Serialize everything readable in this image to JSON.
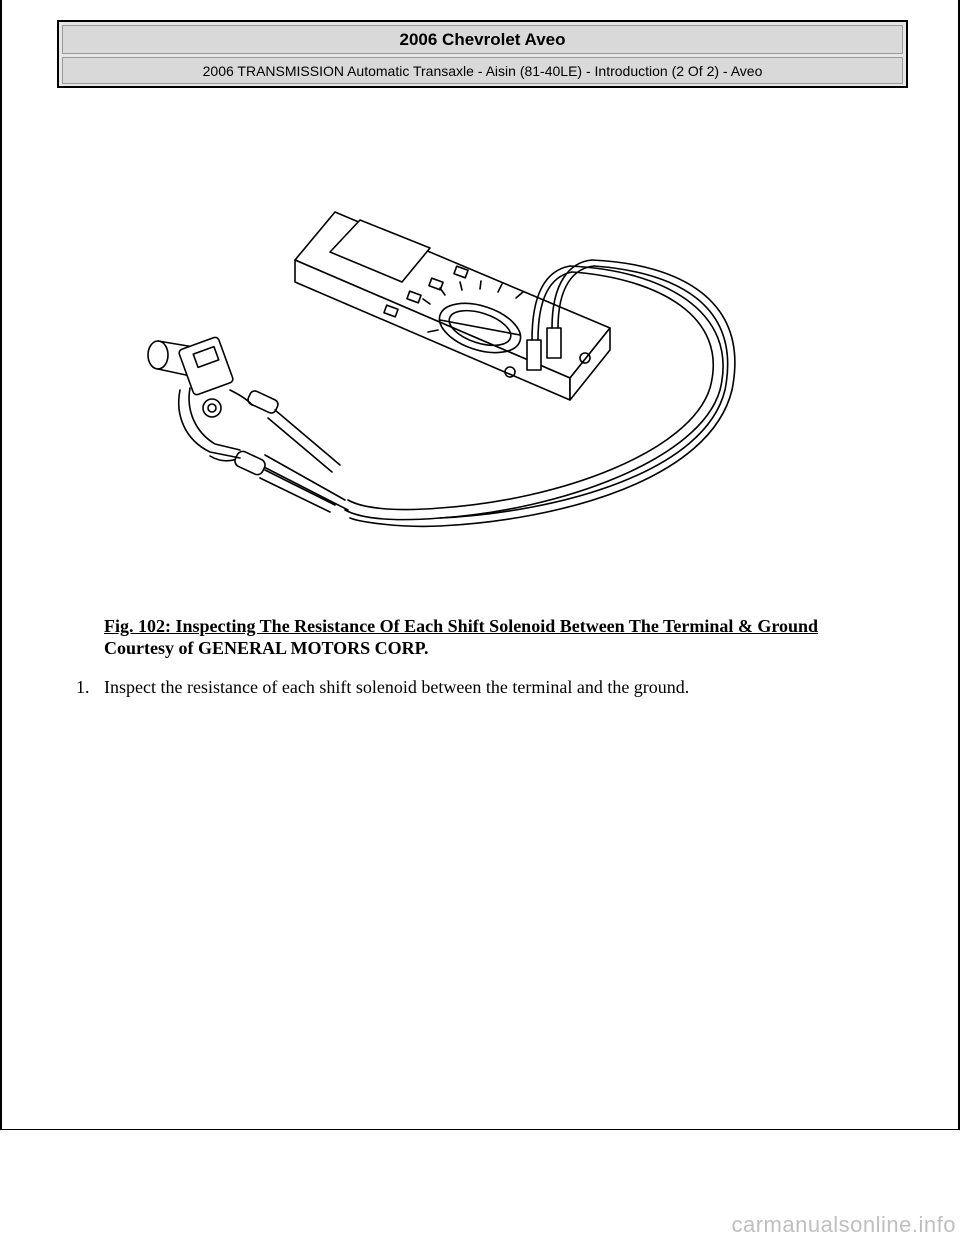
{
  "header": {
    "title": "2006 Chevrolet Aveo",
    "subtitle": "2006 TRANSMISSION Automatic Transaxle - Aisin (81-40LE) - Introduction (2 Of 2) - Aveo"
  },
  "figure": {
    "caption": "Fig. 102: Inspecting The Resistance Of Each Shift Solenoid Between The Terminal & Ground",
    "credit": "Courtesy of GENERAL MOTORS CORP."
  },
  "steps": [
    {
      "number": "1.",
      "text": "Inspect the resistance of each shift solenoid between the terminal and the ground."
    }
  ],
  "watermark": "carmanualsonline.info"
}
